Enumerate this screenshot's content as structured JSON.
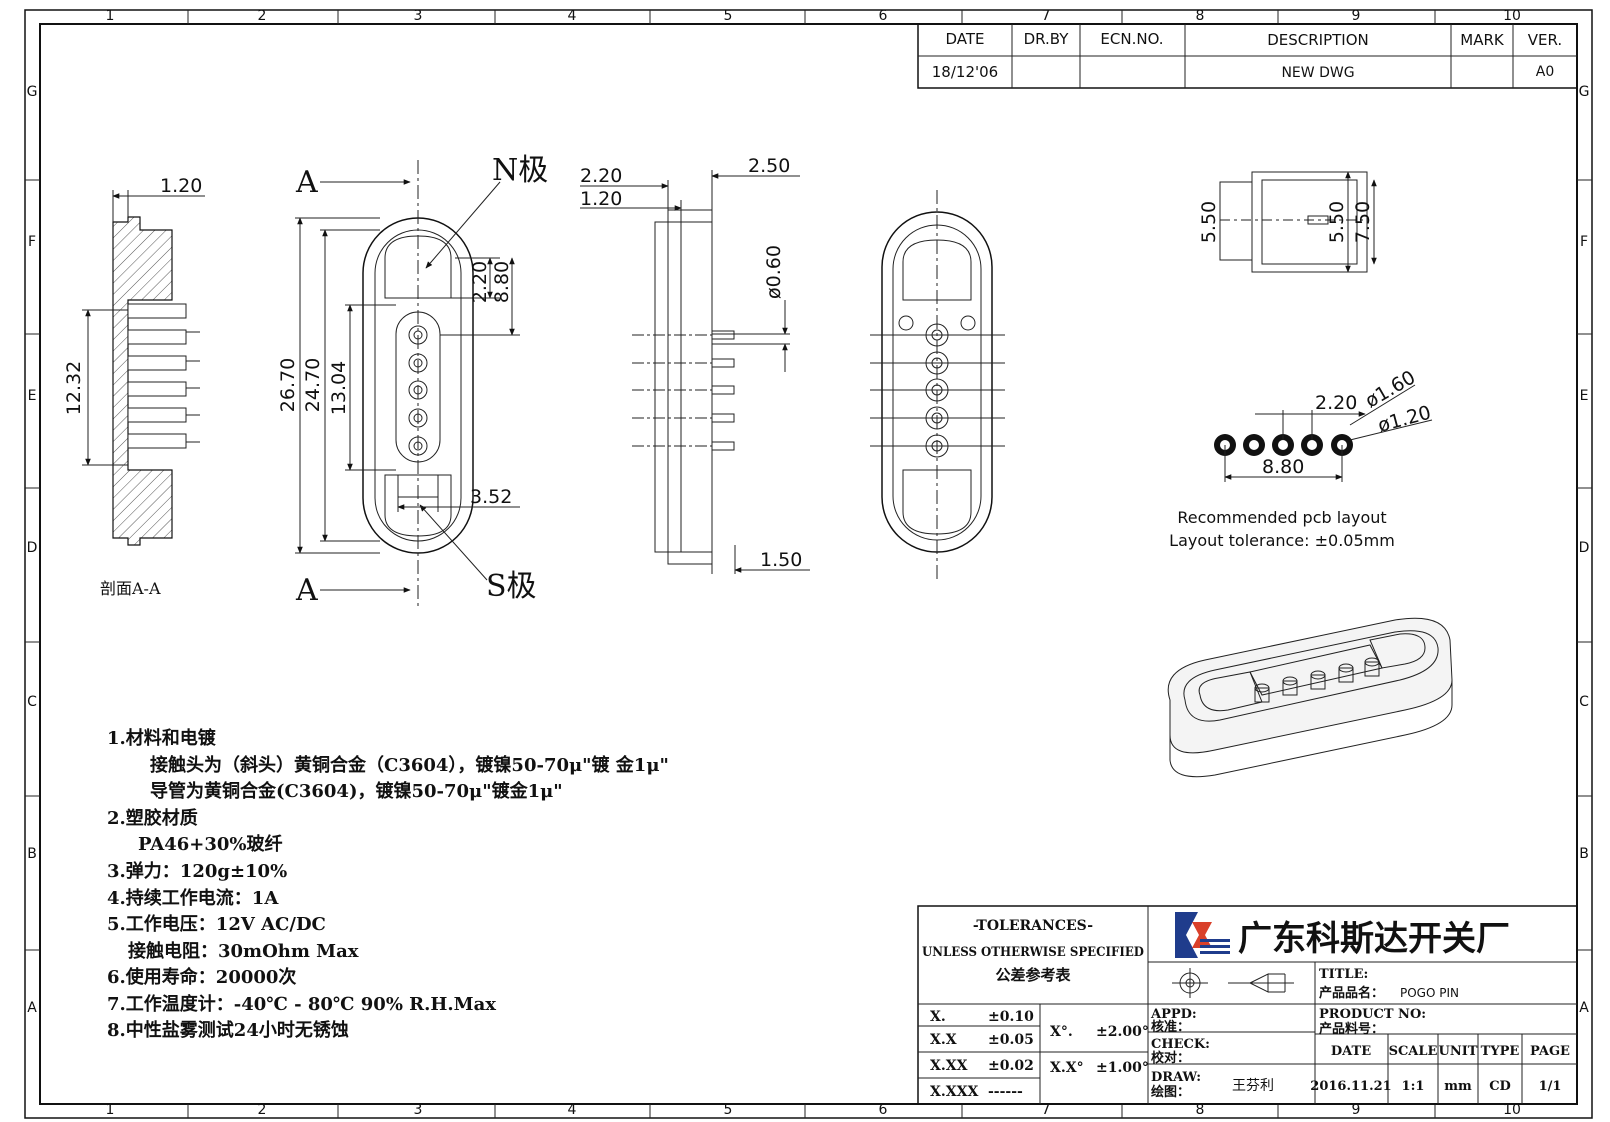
{
  "border": {
    "columns": [
      "1",
      "2",
      "3",
      "4",
      "5",
      "6",
      "7",
      "8",
      "9",
      "10"
    ],
    "rows": [
      "G",
      "F",
      "E",
      "D",
      "C",
      "B",
      "A"
    ]
  },
  "revision_table": {
    "headers": [
      "DATE",
      "DR.BY",
      "ECN.NO.",
      "DESCRIPTION",
      "MARK",
      "VER."
    ],
    "row": [
      "18/12'06",
      "",
      "",
      "NEW DWG",
      "",
      "A0"
    ]
  },
  "views": {
    "section": {
      "caption": "剖面A-A",
      "dims": {
        "top_thickness": "1.20",
        "pitch_span": "12.32"
      }
    },
    "front": {
      "section_marks": [
        "A",
        "A"
      ],
      "pole_labels": {
        "north": "N极",
        "south": "S极"
      },
      "dims": {
        "overall_length": "26.70",
        "inner_length": "24.70",
        "pin_span": "13.04",
        "pocket_depth": "2.20",
        "pocket_length": "8.80",
        "pocket_width": "3.52"
      }
    },
    "side": {
      "dims": {
        "flange": "2.20",
        "flange_thickness": "1.20",
        "body": "2.50",
        "pin_dia": "ø0.60",
        "pin_protrusion": "1.50"
      }
    },
    "end": {
      "dims": {
        "inner_height": "5.50",
        "outer_height": "5.50",
        "total_height": "7.50"
      }
    },
    "pcb": {
      "dims": {
        "pitch": "2.20",
        "pad_dia": "ø1.60",
        "hole_dia": "ø1.20",
        "span": "8.80"
      },
      "caption_line1": "Recommended pcb layout",
      "caption_line2": "Layout tolerance: ±0.05mm"
    }
  },
  "notes": [
    "1.材料和电镀",
    "接触头为（斜头）黄铜合金（C3604），镀镍50-70μ\"镀 金1μ\"",
    "导管为黄铜合金(C3604)，镀镍50-70μ\"镀金1μ\"",
    "2.塑胶材质",
    "PA46+30%玻纤",
    "3.弹力：120g±10%",
    "4.持续工作电流：1A",
    "5.工作电压：12V AC/DC",
    "接触电阻：30mOhm Max",
    "6.使用寿命：20000次",
    "7.工作温度计：-40℃ - 80℃   90% R.H.Max",
    "8.中性盐雾测试24小时无锈蚀"
  ],
  "title_block": {
    "tolerances_title": "-TOLERANCES-",
    "tolerances_sub": "UNLESS OTHERWISE SPECIFIED",
    "tolerances_cn": "公差参考表",
    "tol_rows": [
      {
        "k": "X.",
        "v": "±0.10"
      },
      {
        "k": "X.X",
        "v": "±0.05"
      },
      {
        "k": "X.XX",
        "v": "±0.02"
      },
      {
        "k": "X.XXX",
        "v": "------"
      }
    ],
    "angle_rows": [
      {
        "k": "X°.",
        "v": "±2.00°"
      },
      {
        "k": "X.X°",
        "v": "±1.00°"
      }
    ],
    "company": "广东科斯达开关厂",
    "title_label": "TITLE:",
    "product_name_label": "产品品名：",
    "product_name": "POGO PIN",
    "product_no_label": "PRODUCT NO:",
    "product_no_cn": "产品料号：",
    "appd_label": "APPD:",
    "appd_cn": "核准：",
    "check_label": "CHECK:",
    "check_cn": "校对：",
    "draw_label": "DRAW:",
    "draw_cn": "绘图：",
    "drawer": "王芬利",
    "info_headers": [
      "DATE",
      "SCALE",
      "UNIT",
      "TYPE",
      "PAGE"
    ],
    "info_values": [
      "2016.11.21",
      "1:1",
      "mm",
      "CD",
      "1/1"
    ]
  },
  "colors": {
    "logo_blue": "#1f3c8c",
    "logo_red": "#d9402a",
    "line": "#111111"
  }
}
